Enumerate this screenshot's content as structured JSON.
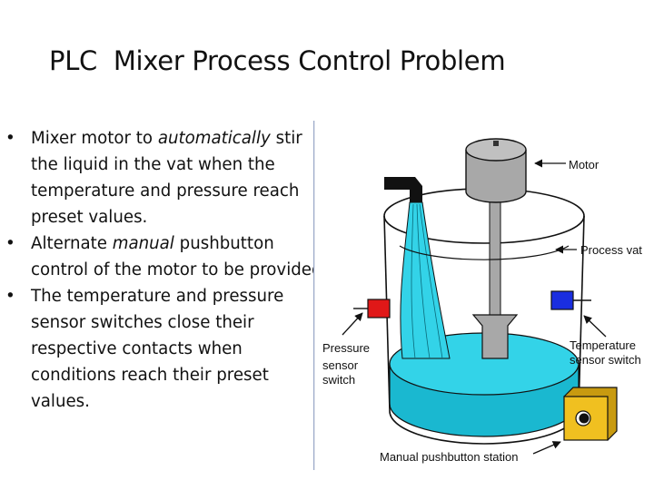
{
  "title": "PLC  Mixer Process Control Problem",
  "bullets": [
    {
      "marker": "•",
      "parts": [
        {
          "text": "Mixer motor to ",
          "italic": false
        },
        {
          "text": "automatically",
          "italic": true
        },
        {
          "text": " stir the liquid in the vat when the temperature and pressure reach preset values.",
          "italic": false
        }
      ]
    },
    {
      "marker": "•",
      "parts": [
        {
          "text": "Alternate ",
          "italic": false
        },
        {
          "text": "manual",
          "italic": true
        },
        {
          "text": " pushbutton control of the motor to be provided.",
          "italic": false
        }
      ]
    },
    {
      "marker": "•",
      "parts": [
        {
          "text": "The temperature and pressure sensor switches close their respective contacts when conditions reach their preset values.",
          "italic": false
        }
      ]
    }
  ],
  "diagram": {
    "labels": {
      "motor": "Motor",
      "process_vat": "Process vat",
      "pressure_line1": "Pressure",
      "pressure_line2": "sensor",
      "pressure_line3": "switch",
      "temperature_line1": "Temperature",
      "temperature_line2": "sensor switch",
      "manual_station": "Manual pushbutton station"
    },
    "colors": {
      "liquid": "#33d3e8",
      "liquid_dark": "#1ab8d0",
      "pressure_sensor": "#e01818",
      "temperature_sensor": "#1a2ee0",
      "motor_body": "#a8a8a8",
      "station_box": "#f0c020",
      "outline": "#111111"
    }
  }
}
